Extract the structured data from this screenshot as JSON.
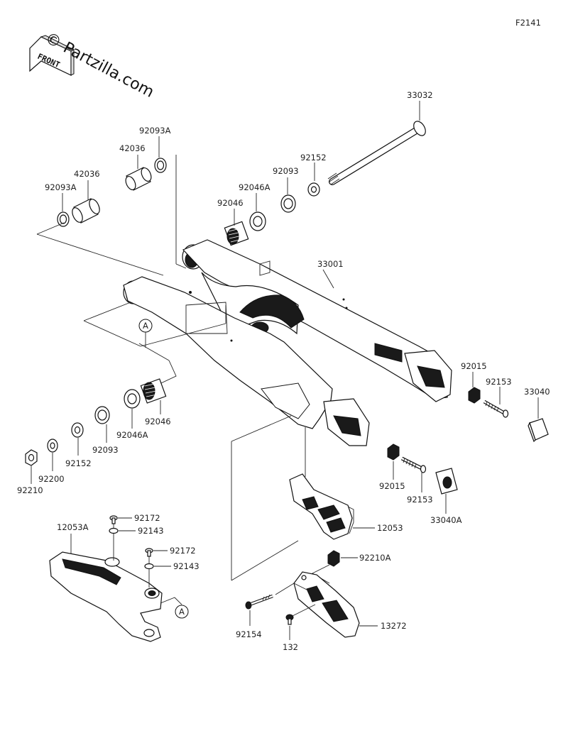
{
  "figure_code": "F2141",
  "watermark": "© Partzilla.com",
  "front_label": "FRONT",
  "callout_letter": "A",
  "parts": {
    "p33032": "33032",
    "p92152_top": "92152",
    "p92093_top": "92093",
    "p92046A_top": "92046A",
    "p92046_top": "92046",
    "p42036_upper": "42036",
    "p92093A_upper": "92093A",
    "p42036_lower": "42036",
    "p92093A_lower": "92093A",
    "p33001": "33001",
    "p92015_right": "92015",
    "p92153_right": "92153",
    "p33040": "33040",
    "p92046_bottom": "92046",
    "p92046A_bottom": "92046A",
    "p92093_bottom": "92093",
    "p92152_bottom": "92152",
    "p92200": "92200",
    "p92210": "92210",
    "p92015_mid": "92015",
    "p92153_mid": "92153",
    "p33040A": "33040A",
    "p12053": "12053",
    "p12053A": "12053A",
    "p92172_a": "92172",
    "p92143_a": "92143",
    "p92172_b": "92172",
    "p92143_b": "92143",
    "p92210A": "92210A",
    "p13272": "13272",
    "p92154": "92154",
    "p132": "132"
  }
}
